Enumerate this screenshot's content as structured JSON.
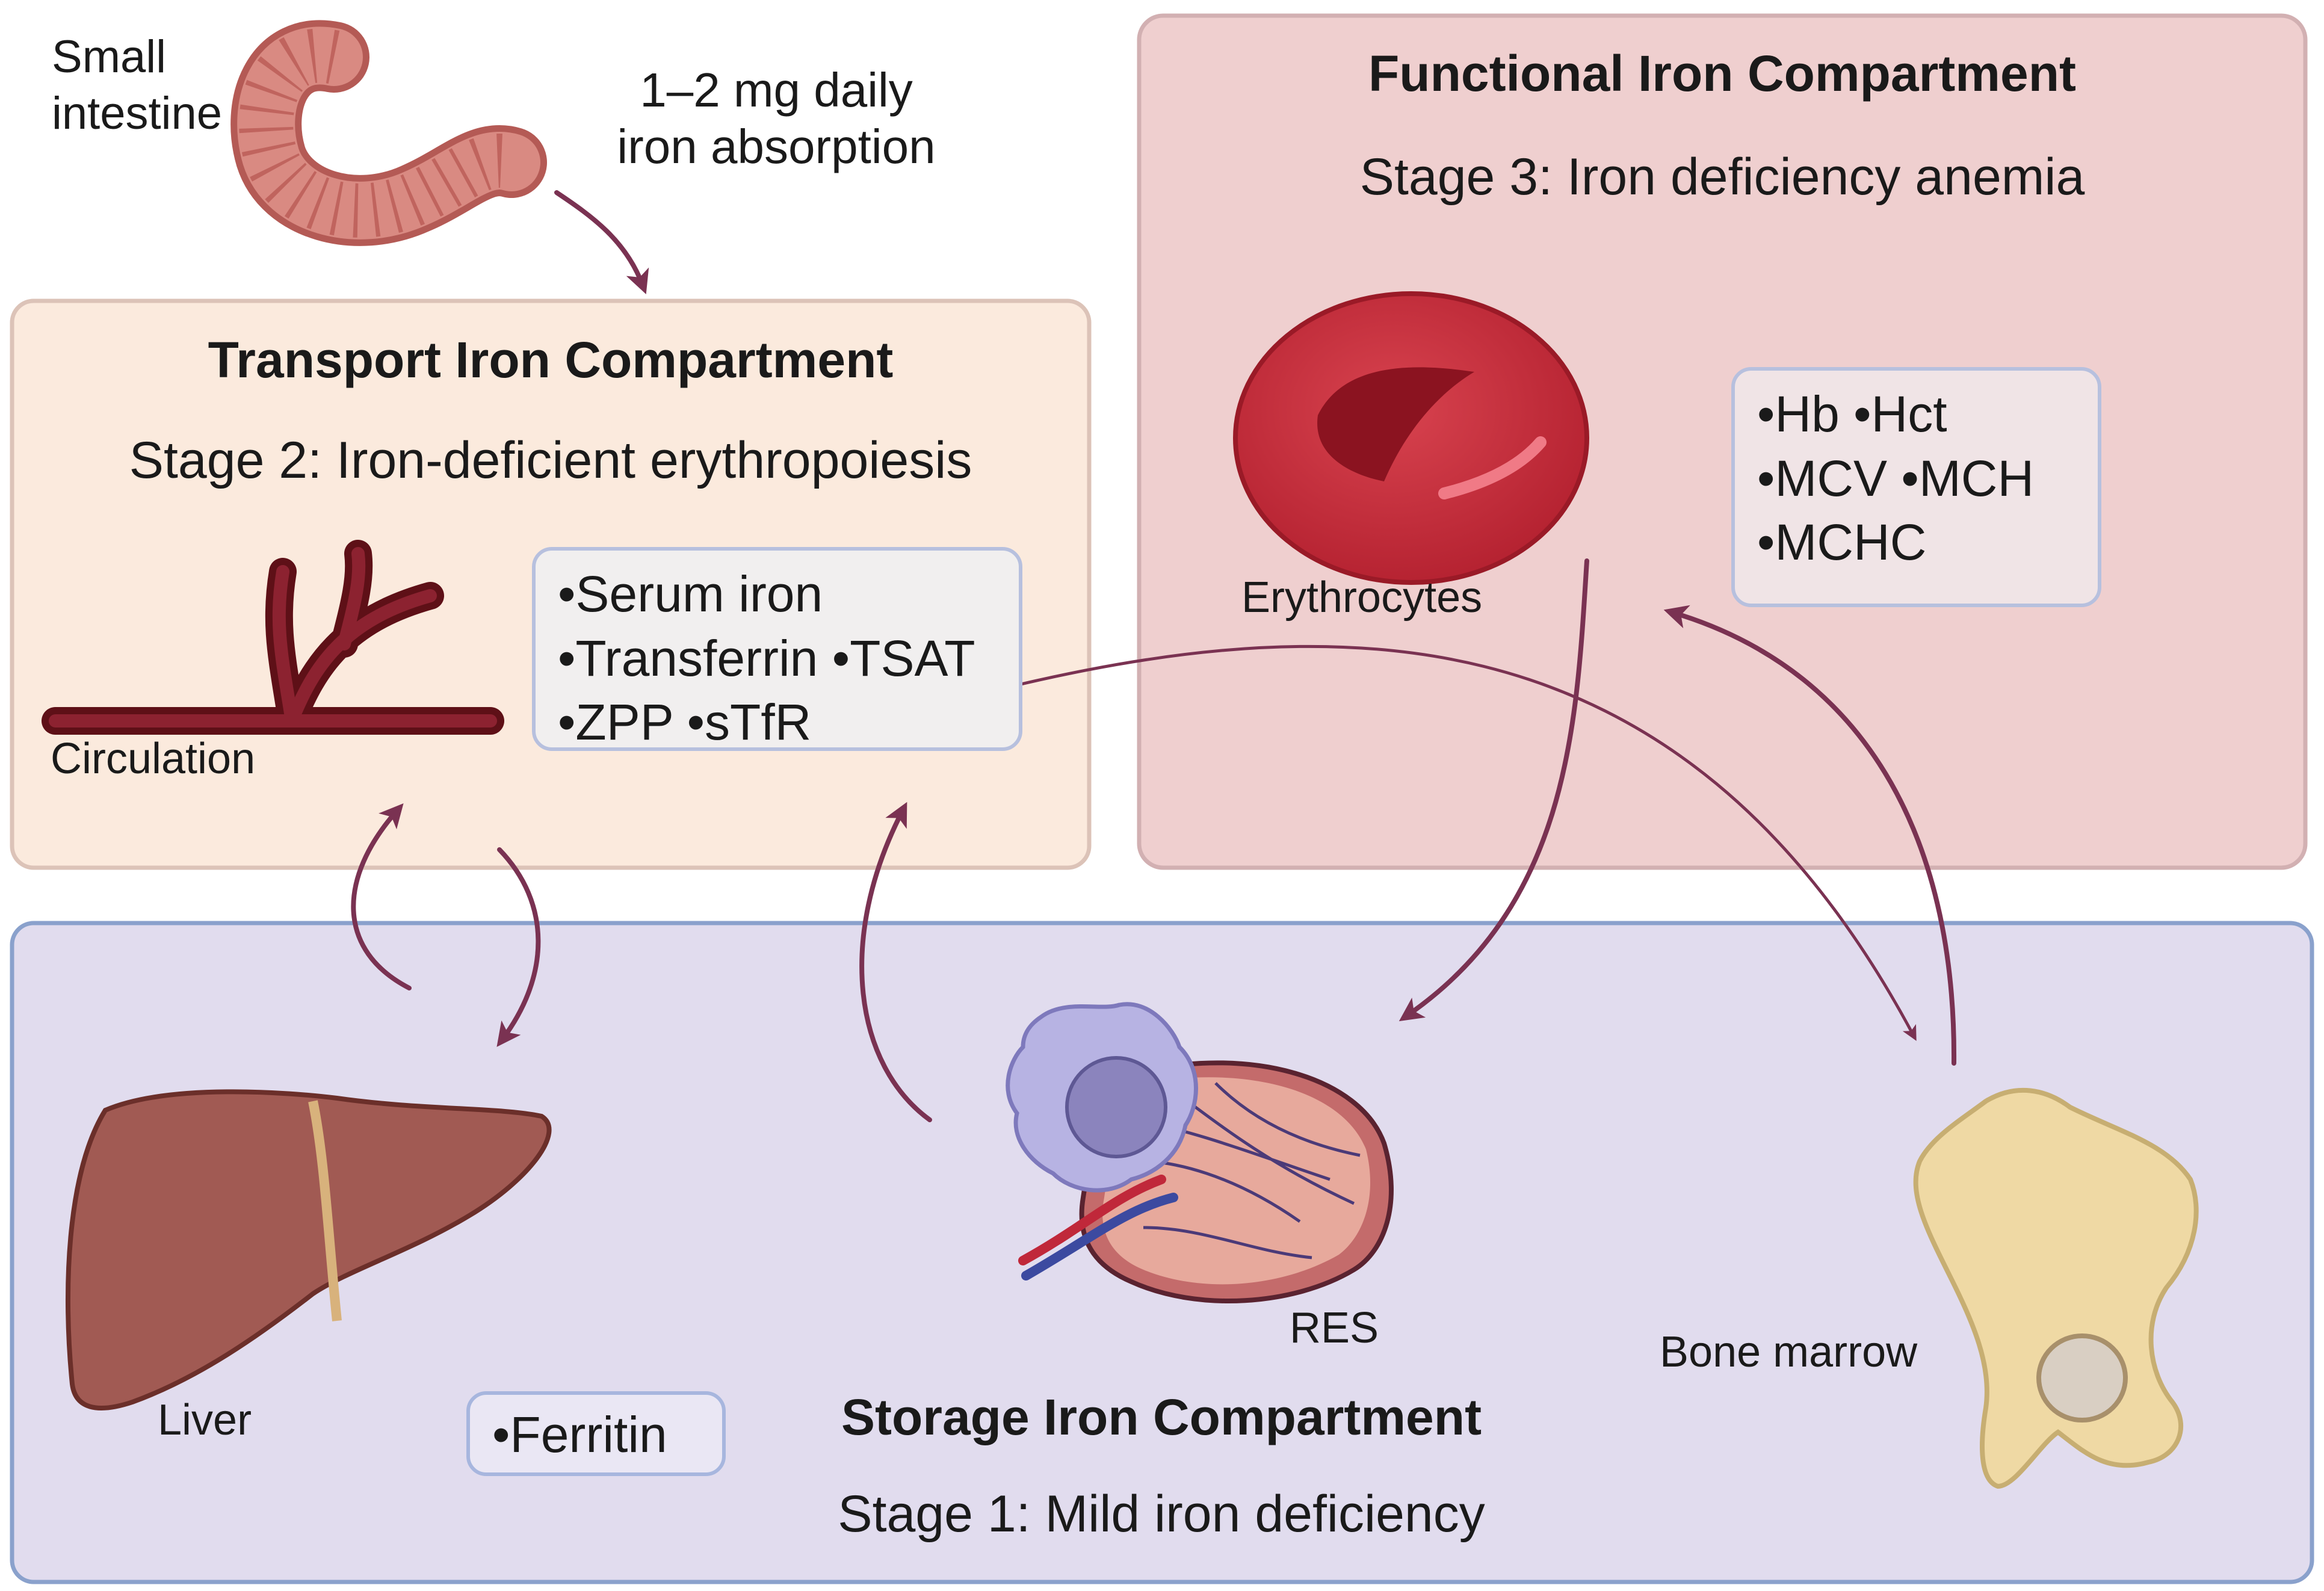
{
  "colors": {
    "arrow": "#7a3252",
    "transport_fill": "#fbeadd",
    "functional_fill": "#efcfcf",
    "storage_fill": "#e1dcee"
  },
  "intake": {
    "organ_label": [
      "Small",
      "intestine"
    ],
    "absorption_label": [
      "1–2 mg daily",
      "iron absorption"
    ]
  },
  "transport": {
    "title": "Transport Iron Compartment",
    "stage": "Stage 2: Iron-deficient erythropoiesis",
    "organ_label": "Circulation",
    "markers": [
      "•Serum iron",
      "•Transferrin •TSAT",
      "•ZPP •sTfR"
    ]
  },
  "functional": {
    "title": "Functional Iron Compartment",
    "stage": "Stage 3: Iron deficiency anemia",
    "organ_label": "Erythrocytes",
    "markers": [
      "•Hb •Hct",
      "•MCV •MCH",
      "•MCHC"
    ]
  },
  "storage": {
    "title": "Storage Iron Compartment",
    "stage": "Stage 1: Mild iron deficiency",
    "liver_label": "Liver",
    "res_label": "RES",
    "marrow_label": "Bone marrow",
    "markers": [
      "•Ferritin"
    ]
  }
}
